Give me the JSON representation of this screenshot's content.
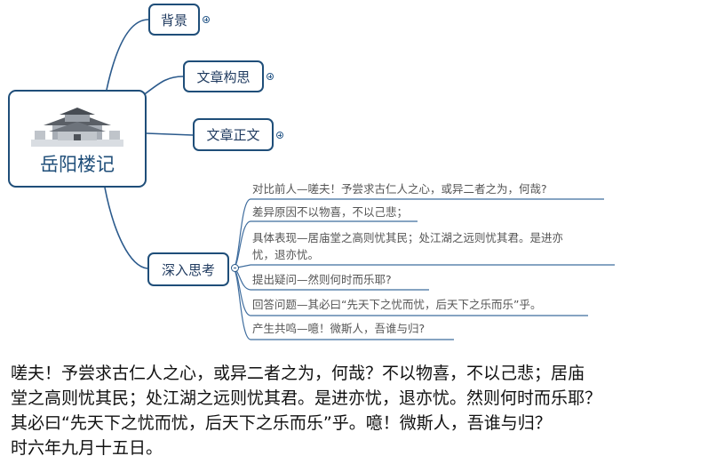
{
  "mindmap": {
    "root": {
      "title": "岳阳楼记",
      "image_icon": "yueyang-tower-icon"
    },
    "branches": [
      {
        "label": "背景"
      },
      {
        "label": "文章构思"
      },
      {
        "label": "文章正文"
      },
      {
        "label": "深入思考"
      }
    ],
    "leaves": [
      "对比前人—嗟夫！予尝求古仁人之心，或异二者之为，何哉?",
      "差异原因不以物喜，不以己悲；",
      "具体表现—居庙堂之高则忧其民；处江湖之远则忧其君。是进亦",
      "忧，退亦忧。",
      "提出疑问—然则何时而乐耶?",
      "回答问题—其必曰“先天下之忧而忧，后天下之乐而乐”乎。",
      "产生共鸣—噫！微斯人，吾谁与归?"
    ],
    "colors": {
      "line": "#2b5a8c",
      "leaf_line": "#3f6d9e",
      "node_border": "#1f4e79"
    }
  },
  "passage": {
    "lines": [
      "嗟夫！予尝求古仁人之心，或异二者之为，何哉？不以物喜，不以己悲；居庙",
      "堂之高则忧其民；处江湖之远则忧其君。是进亦忧，退亦忧。然则何时而乐耶？",
      "其必曰“先天下之忧而忧，后天下之乐而乐”乎。噫！微斯人，吾谁与归？",
      "时六年九月十五日。"
    ]
  }
}
